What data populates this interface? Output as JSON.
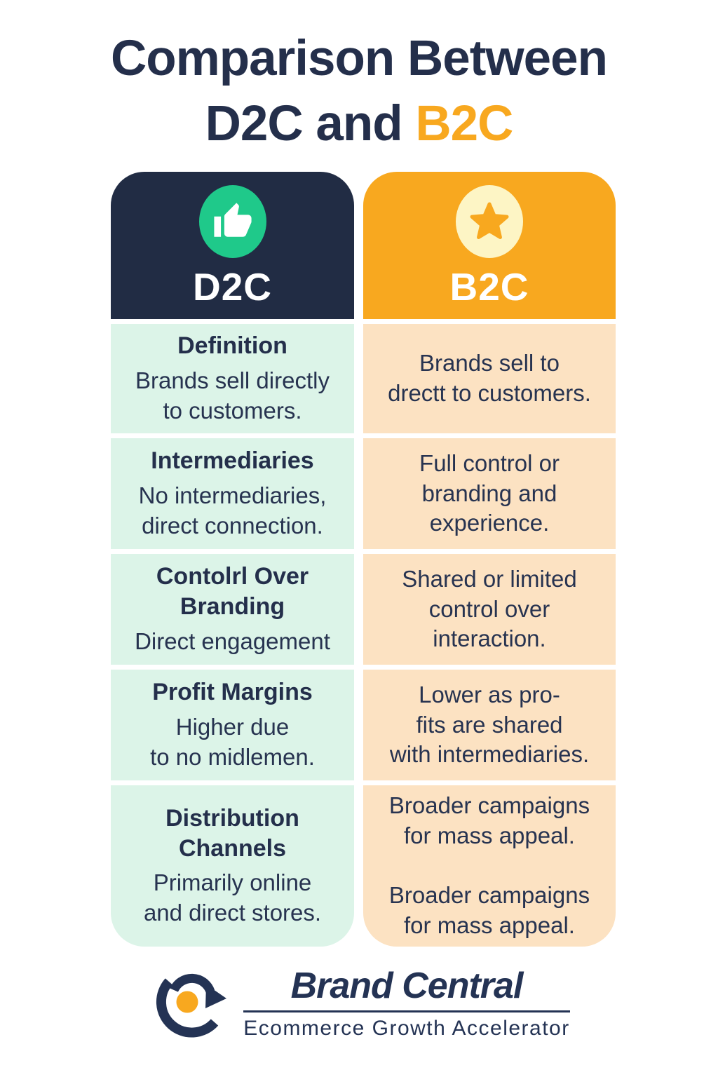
{
  "title": {
    "line1": "Comparison Between",
    "line2_dark": "D2C and",
    "line2_accent": "B2C"
  },
  "palette": {
    "navy": "#212c44",
    "orange": "#f8a81f",
    "green": "#1fc98a",
    "cream": "#fdf5c5",
    "mint_cell": "#dcf4e8",
    "peach_cell": "#fce2c2",
    "text": "#273350"
  },
  "columns": [
    {
      "key": "d2c",
      "label": "D2C",
      "icon": "thumbs-up-icon"
    },
    {
      "key": "b2c",
      "label": "B2C",
      "icon": "star-icon"
    }
  ],
  "rows": [
    {
      "d2c": {
        "title": "Definition",
        "body": "Brands sell directly\nto customers."
      },
      "b2c": {
        "body": "Brands sell to\ndrectt to customers."
      }
    },
    {
      "d2c": {
        "title": "Intermediaries",
        "body": "No intermediaries,\ndirect connection."
      },
      "b2c": {
        "body": "Full control or\nbranding and\nexperience."
      }
    },
    {
      "d2c": {
        "title": "Contolrl Over\nBranding",
        "body": "Direct engagement"
      },
      "b2c": {
        "body": "Shared or limited\ncontrol over\ninteraction."
      }
    },
    {
      "d2c": {
        "title": "Profit Margins",
        "body": "Higher due\nto no midlemen."
      },
      "b2c": {
        "body": "Lower as pro-\nfits are shared\nwith intermediaries."
      }
    },
    {
      "d2c": {
        "title": "Distribution\nChannels",
        "body": "Primarily online\nand direct stores."
      },
      "b2c": {
        "body": "Broader campaigns\nfor mass appeal.\n\nBroader campaigns\nfor mass appeal."
      }
    }
  ],
  "footer": {
    "brand": "Brand Central",
    "tagline": "Ecommerce Growth Accelerator"
  }
}
